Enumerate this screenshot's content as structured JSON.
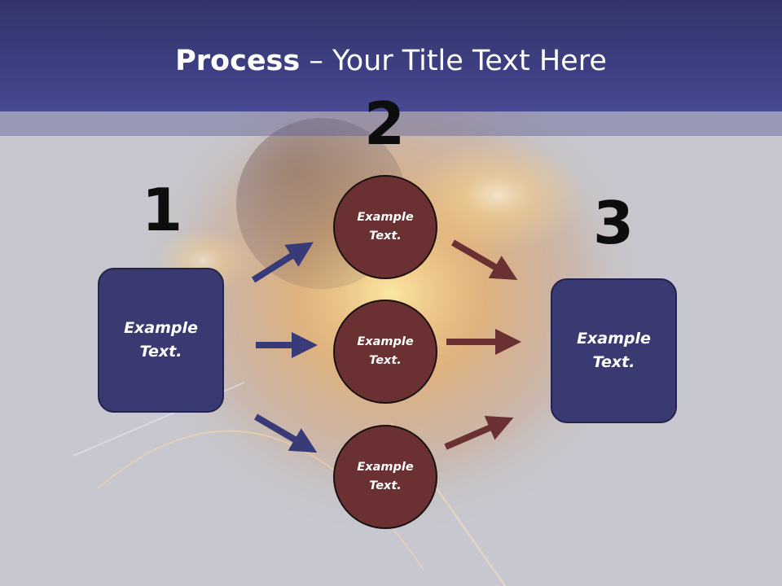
{
  "title": {
    "bold": "Process",
    "rest": " – Your Title Text Here"
  },
  "steps": [
    {
      "number": "1",
      "boxes": [
        "Example Text."
      ]
    },
    {
      "number": "2",
      "circles": [
        "Example Text.",
        "Example Text.",
        "Example Text."
      ]
    },
    {
      "number": "3",
      "boxes": [
        "Example Text."
      ]
    }
  ],
  "colors": {
    "header": "#3d3f82",
    "box_fill": "#3a3a72",
    "circle_fill": "#6a3032",
    "arrow_blue": "#393a78",
    "arrow_red": "#6a3032"
  }
}
